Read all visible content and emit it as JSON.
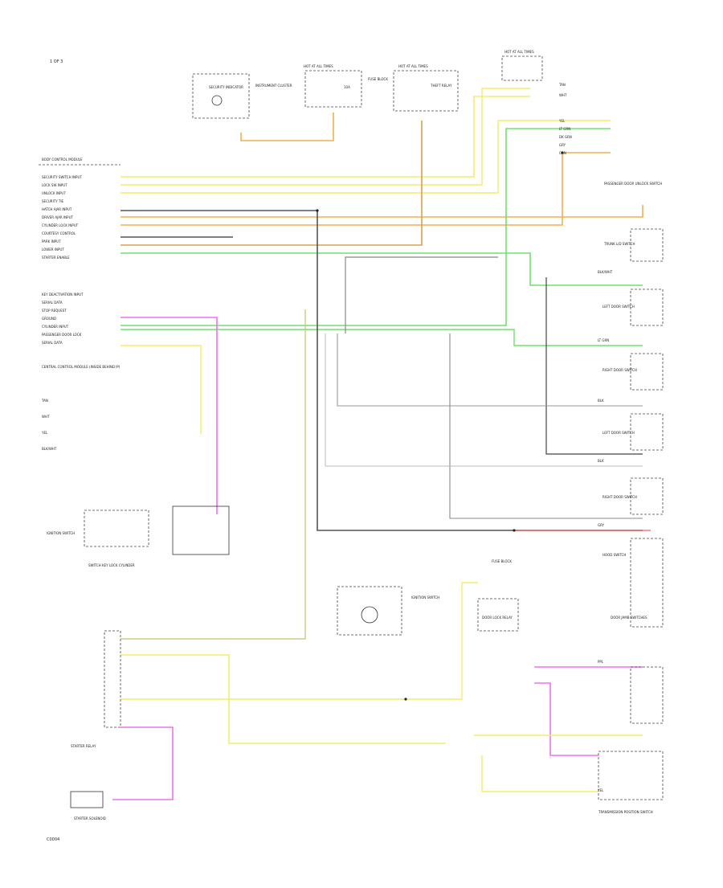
{
  "title": "1 OF 3",
  "footer_code": "C0004",
  "colors": {
    "yellow": "#f4ec6a",
    "orange": "#f0b050",
    "green": "#70e070",
    "pink": "#f070f0",
    "gray": "#555555",
    "light_gray": "#aaaaaa",
    "red": "#f06060",
    "black": "#222222"
  },
  "components": {
    "security_indicator": "SECURITY INDICATOR",
    "instrument_cluster": "INSTRUMENT CLUSTER",
    "hot_at_all_times_1": "HOT AT ALL TIMES",
    "hot_at_all_times_2": "HOT AT ALL TIMES",
    "hot_at_all_times_3": "HOT AT ALL TIMES",
    "fuse_block": "FUSE BLOCK",
    "theft_relay": "THEFT RELAY",
    "fuse_ok": "10A",
    "door_lock_relay": "DOOR LOCK RELAY",
    "body_control_module": "BODY CONTROL MODULE",
    "central_control_module": "CENTRAL CONTROL MODULE (INSIDE BEHIND IP)",
    "ignition_switch": "IGNITION SWITCH",
    "key_lock_cylinder": "SWITCH KEY LOCK CYLINDER",
    "starter_solenoid": "STARTER SOLENOID",
    "starter_relay": "STARTER RELAY",
    "transmission_switch": "TRANSMISSION POSITION SWITCH",
    "door_jamb_switches": "DOOR JAMB SWITCHES",
    "passenger_door_unlock": "PASSENGER DOOR UNLOCK SWITCH",
    "trunk_lid_switch": "TRUNK LID SWITCH",
    "left_door_switch": "LEFT DOOR SWITCH",
    "right_door_switch": "RIGHT DOOR SWITCH",
    "hood_switch": "HOOD SWITCH"
  },
  "bcm_pins_top": [
    "SECURITY SWITCH INPUT",
    "LOCK SW INPUT",
    "UNLOCK INPUT",
    "SECURITY TIE",
    "HATCH AJAR INPUT",
    "DRIVER AJAR INPUT",
    "CYLINDER LOCK INPUT",
    "COURTESY CONTROL",
    "PARK INPUT",
    "LOWER INPUT",
    "STARTER ENABLE"
  ],
  "bcm_pins_bottom": [
    "KEY DEACTIVATION INPUT",
    "SERIAL DATA",
    "STOP REQUEST",
    "GROUND",
    "CYLINDER INPUT",
    "PASSENGER DOOR LOCK",
    "SERIAL DATA"
  ],
  "wire_codes": [
    "TAN",
    "WHT",
    "YEL",
    "BLK/WHT",
    "LT GRN",
    "PPL",
    "DK GRN",
    "GRY",
    "ORN",
    "BLK"
  ]
}
